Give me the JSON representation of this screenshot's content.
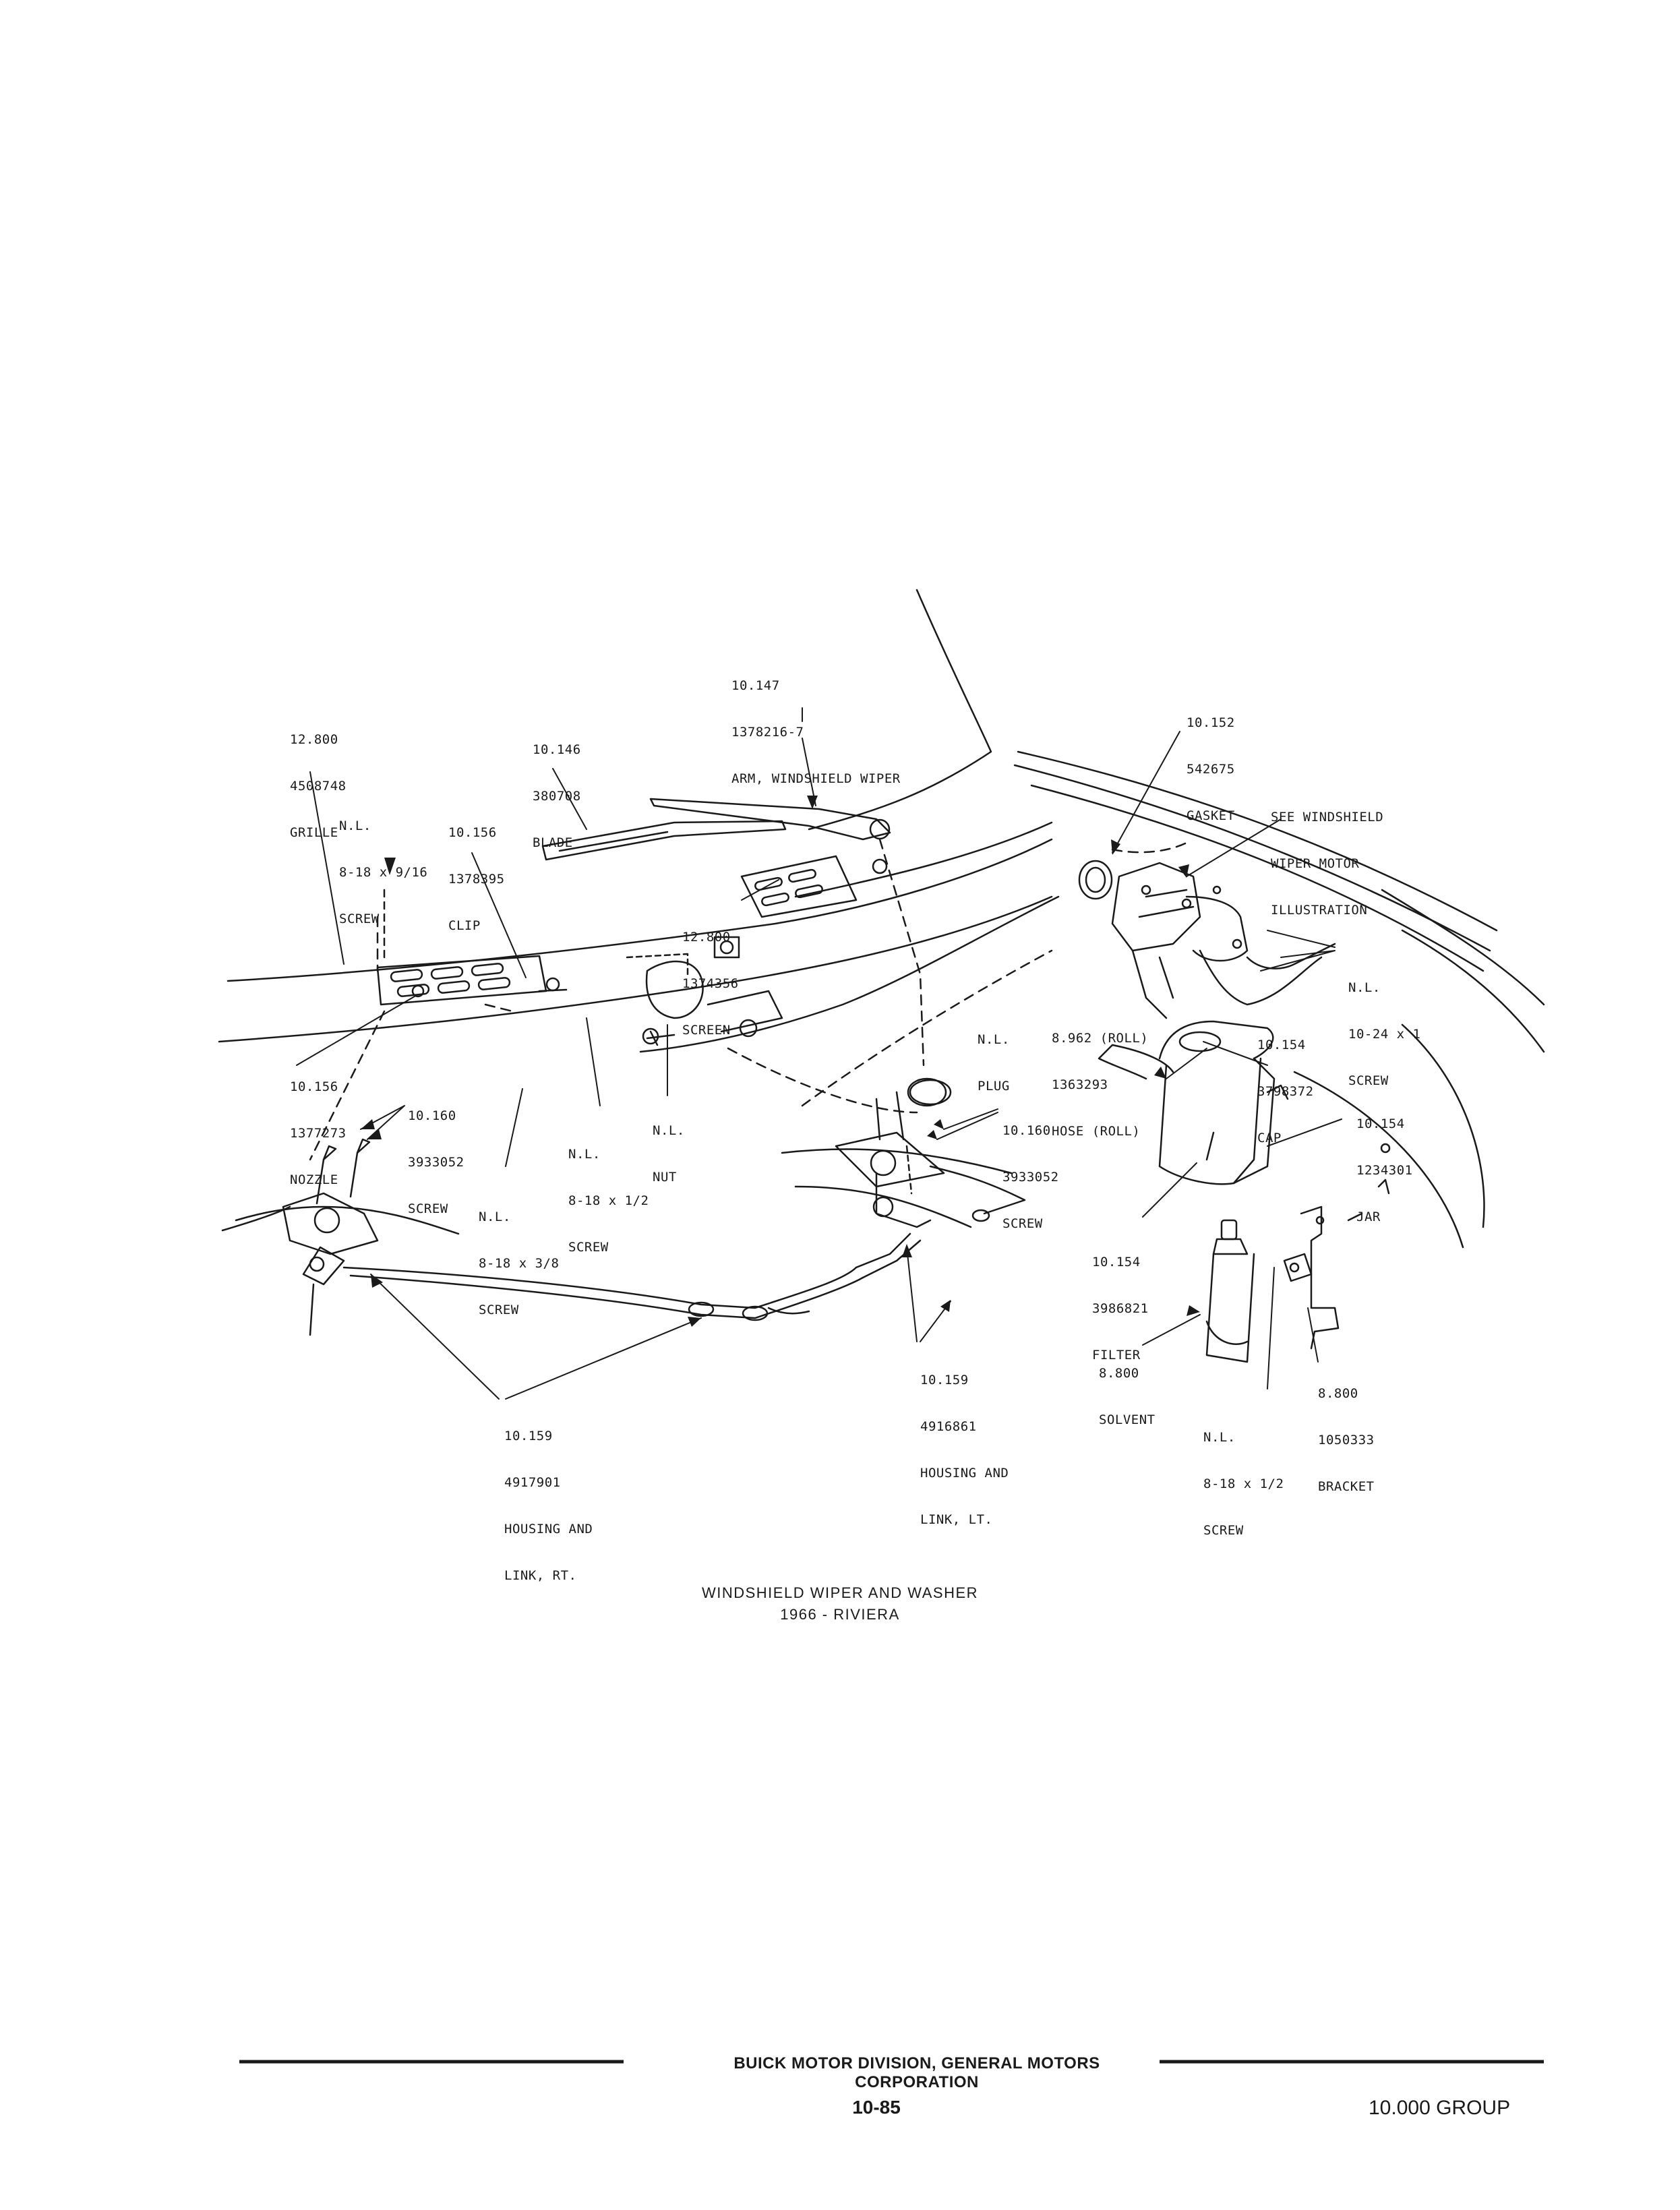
{
  "callouts": {
    "arm": [
      "10.147",
      "1378216-7",
      "ARM, WINDSHIELD WIPER"
    ],
    "grille": [
      "12.800",
      "4508748",
      "GRILLE"
    ],
    "blade": [
      "10.146",
      "380708",
      "BLADE"
    ],
    "gasket": [
      "10.152",
      "542675",
      "GASKET"
    ],
    "see_motor": [
      "SEE WINDSHIELD",
      "WIPER MOTOR",
      "ILLUSTRATION"
    ],
    "screw_9_16": [
      "N.L.",
      "8-18 x 9/16",
      "SCREW"
    ],
    "clip": [
      "10.156",
      "1378395",
      "CLIP"
    ],
    "screen": [
      "12.800",
      "1374356",
      "SCREEN"
    ],
    "screw_10_24": [
      "N.L.",
      "10-24 x 1",
      "SCREW"
    ],
    "nozzle": [
      "10.156",
      "1377273",
      "NOZZLE"
    ],
    "screw_rt": [
      "10.160",
      "3933052",
      "SCREW"
    ],
    "plug": [
      "N.L.",
      "PLUG"
    ],
    "hose": [
      "8.962 (ROLL)",
      "1363293",
      "HOSE (ROLL)"
    ],
    "cap": [
      "10.154",
      "3798372",
      "CAP"
    ],
    "jar": [
      "10.154",
      "1234301",
      "JAR"
    ],
    "nut": [
      "N.L.",
      "NUT"
    ],
    "screw_half_mid": [
      "N.L.",
      "8-18 x 1/2",
      "SCREW"
    ],
    "screw_lt": [
      "10.160",
      "3933052",
      "SCREW"
    ],
    "screw_3_8": [
      "N.L.",
      "8-18 x 3/8",
      "SCREW"
    ],
    "filter": [
      "10.154",
      "3986821",
      "FILTER"
    ],
    "solvent": [
      "8.800",
      "SOLVENT"
    ],
    "bracket": [
      "8.800",
      "1050333",
      "BRACKET"
    ],
    "screw_half_low": [
      "N.L.",
      "8-18 x 1/2",
      "SCREW"
    ],
    "link_lt": [
      "10.159",
      "4916861",
      "HOUSING AND",
      "LINK, LT."
    ],
    "link_rt": [
      "10.159",
      "4917901",
      "HOUSING AND",
      "LINK, RT."
    ]
  },
  "caption": {
    "line1": "WINDSHIELD WIPER AND WASHER",
    "line2": "1966 - RIVIERA"
  },
  "footer": {
    "corporation": "BUICK MOTOR DIVISION, GENERAL MOTORS CORPORATION",
    "page": "10-85",
    "group": "10.000 GROUP"
  },
  "colors": {
    "ink": "#1a1a1a",
    "paper": "#ffffff"
  }
}
